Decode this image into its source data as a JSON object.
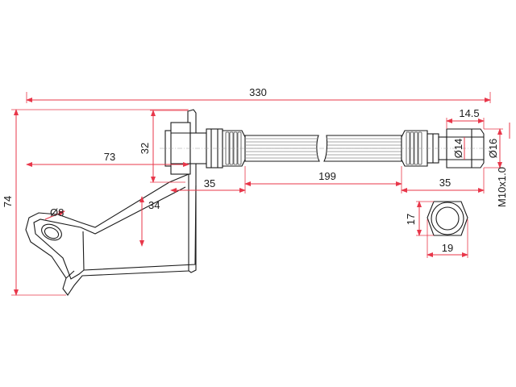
{
  "colors": {
    "dimension": "#e8374a",
    "outline": "#1a1a1a",
    "background": "#ffffff"
  },
  "dimensions": {
    "overall_length": "330",
    "bracket_height": "32",
    "bracket_offset": "73",
    "total_height": "74",
    "hole_diameter": "Ø8",
    "arm_length": "34",
    "left_fitting_length": "35",
    "hose_length": "199",
    "right_fitting_length": "35",
    "nut_width": "14.5",
    "fitting_diameter": "Ø16",
    "inner_diameter": "Ø14",
    "thread": "M10x1.0",
    "hex_height": "17",
    "hex_width": "19"
  }
}
